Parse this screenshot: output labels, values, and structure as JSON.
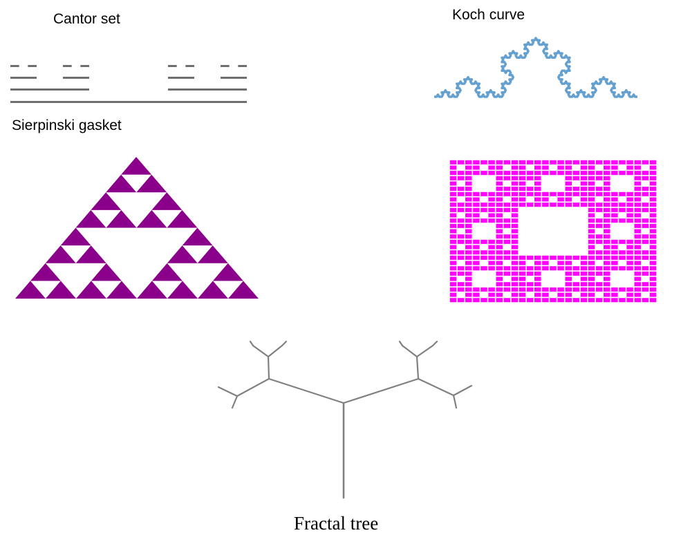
{
  "labels": {
    "cantor": "Cantor set",
    "koch": "Koch curve",
    "sierpinski": "Sierpinski gasket",
    "tree": "Fractal tree"
  },
  "colors": {
    "cantor": "#6e6e6e",
    "koch": "#4a90c8",
    "sierpinski": "#8b008b",
    "carpet": "#ff00ff",
    "tree": "#808080"
  }
}
